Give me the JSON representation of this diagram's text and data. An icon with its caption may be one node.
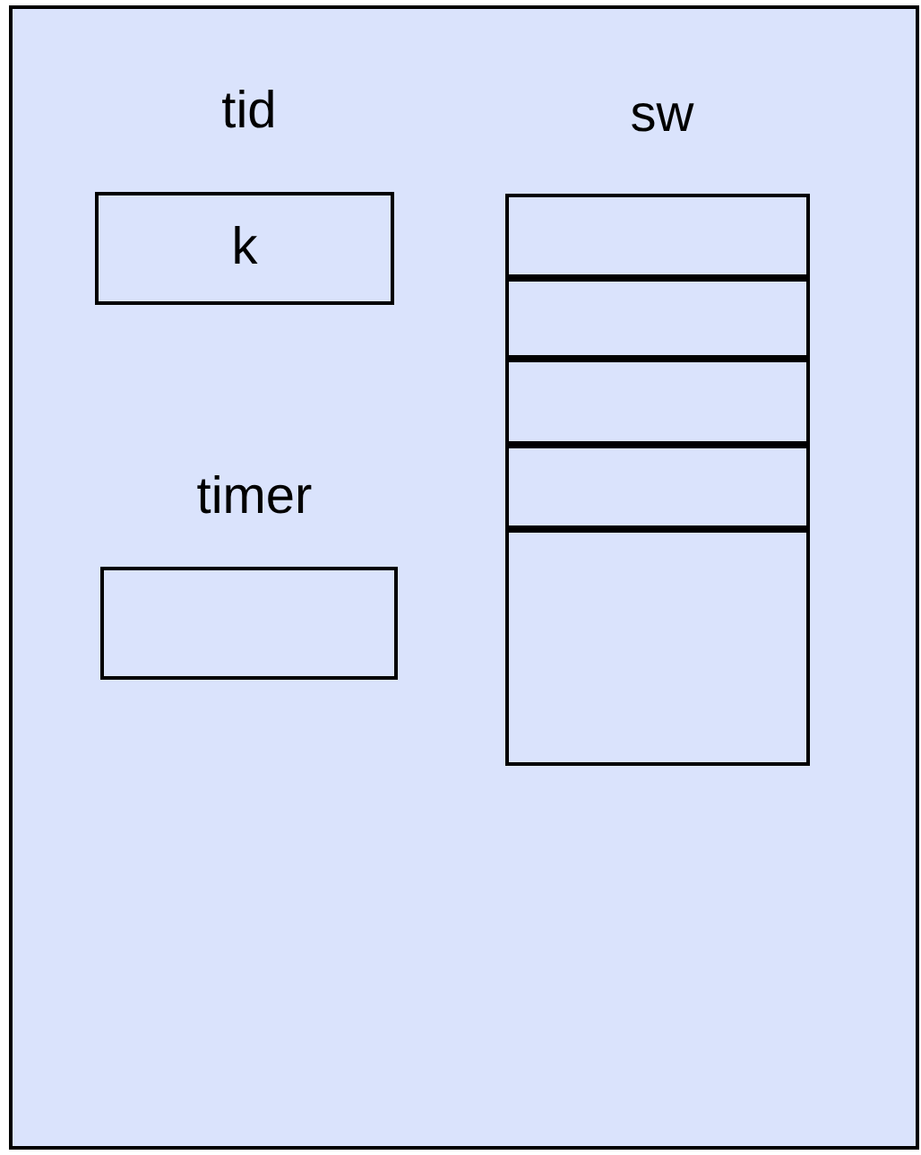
{
  "diagram": {
    "nodes": [
      {
        "text": [],
        "shape": "box"
      },
      {
        "text": [
          "tid",
          "k"
        ],
        "in": 0
      },
      {
        "text": [
          "timer"
        ],
        "in": 0
      },
      {
        "text": [
          "sw"
        ],
        "in": 0
      },
      {
        "text": [],
        "shape": "box",
        "in": 3
      },
      {
        "text": [],
        "shape": "box",
        "in": 3
      },
      {
        "text": [],
        "shape": "box",
        "in": 3
      },
      {
        "text": [],
        "shape": "box",
        "in": 3
      },
      {
        "text": [],
        "shape": "box",
        "in": 3
      }
    ]
  }
}
